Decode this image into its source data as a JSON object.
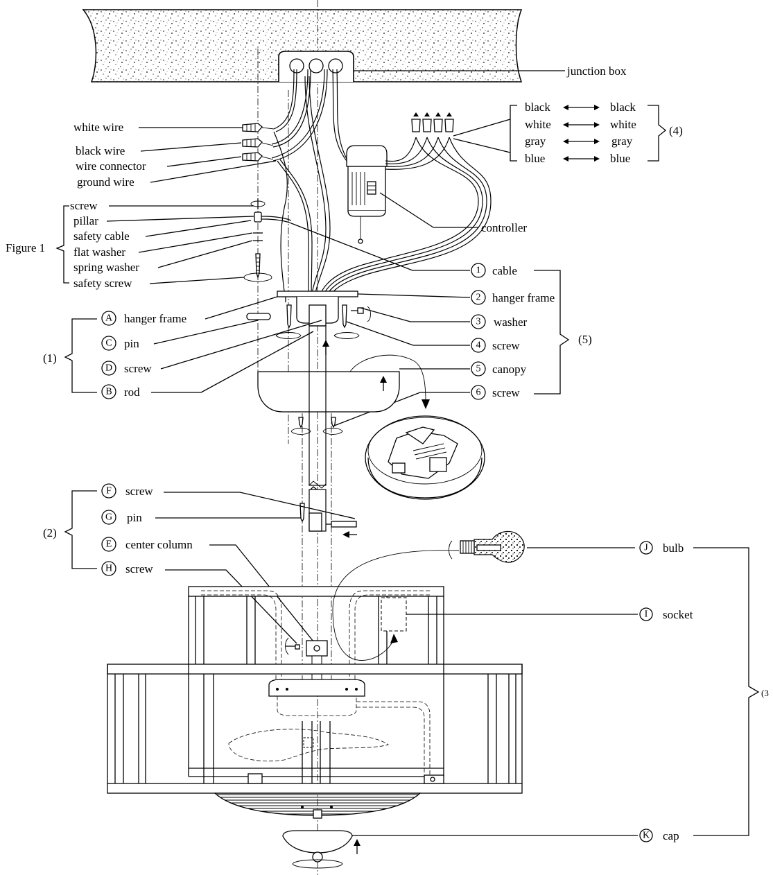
{
  "labels": {
    "junction_box": "junction box",
    "white_wire": "white wire",
    "black_wire": "black wire",
    "wire_connector": "wire connector",
    "ground_wire": "ground wire",
    "controller": "controller",
    "figure1": "Figure 1",
    "fig1_screw": "screw",
    "fig1_pillar": "pillar",
    "fig1_safety_cable": "safety cable",
    "fig1_flat_washer": "flat washer",
    "fig1_spring_washer": "spring washer",
    "fig1_safety_screw": "safety screw"
  },
  "wire_map": {
    "left": [
      "black",
      "white",
      "gray",
      "blue"
    ],
    "right": [
      "black",
      "white",
      "gray",
      "blue"
    ],
    "group": "(4)"
  },
  "group1": {
    "tag": "(1)",
    "items": [
      {
        "mark": "A",
        "text": "hanger frame"
      },
      {
        "mark": "C",
        "text": "pin"
      },
      {
        "mark": "D",
        "text": "screw"
      },
      {
        "mark": "B",
        "text": "rod"
      }
    ]
  },
  "group2": {
    "tag": "(2)",
    "items": [
      {
        "mark": "F",
        "text": "screw"
      },
      {
        "mark": "G",
        "text": "pin"
      },
      {
        "mark": "E",
        "text": "center column"
      },
      {
        "mark": "H",
        "text": "screw"
      }
    ]
  },
  "group5": {
    "tag": "(5)",
    "items": [
      {
        "mark": "1",
        "text": "cable"
      },
      {
        "mark": "2",
        "text": "hanger frame"
      },
      {
        "mark": "3",
        "text": "washer"
      },
      {
        "mark": "4",
        "text": "screw"
      },
      {
        "mark": "5",
        "text": "canopy"
      },
      {
        "mark": "6",
        "text": "screw"
      }
    ]
  },
  "group3": {
    "tag": "(3",
    "items": [
      {
        "mark": "J",
        "text": "bulb"
      },
      {
        "mark": "I",
        "text": "socket"
      },
      {
        "mark": "K",
        "text": "cap"
      }
    ]
  }
}
